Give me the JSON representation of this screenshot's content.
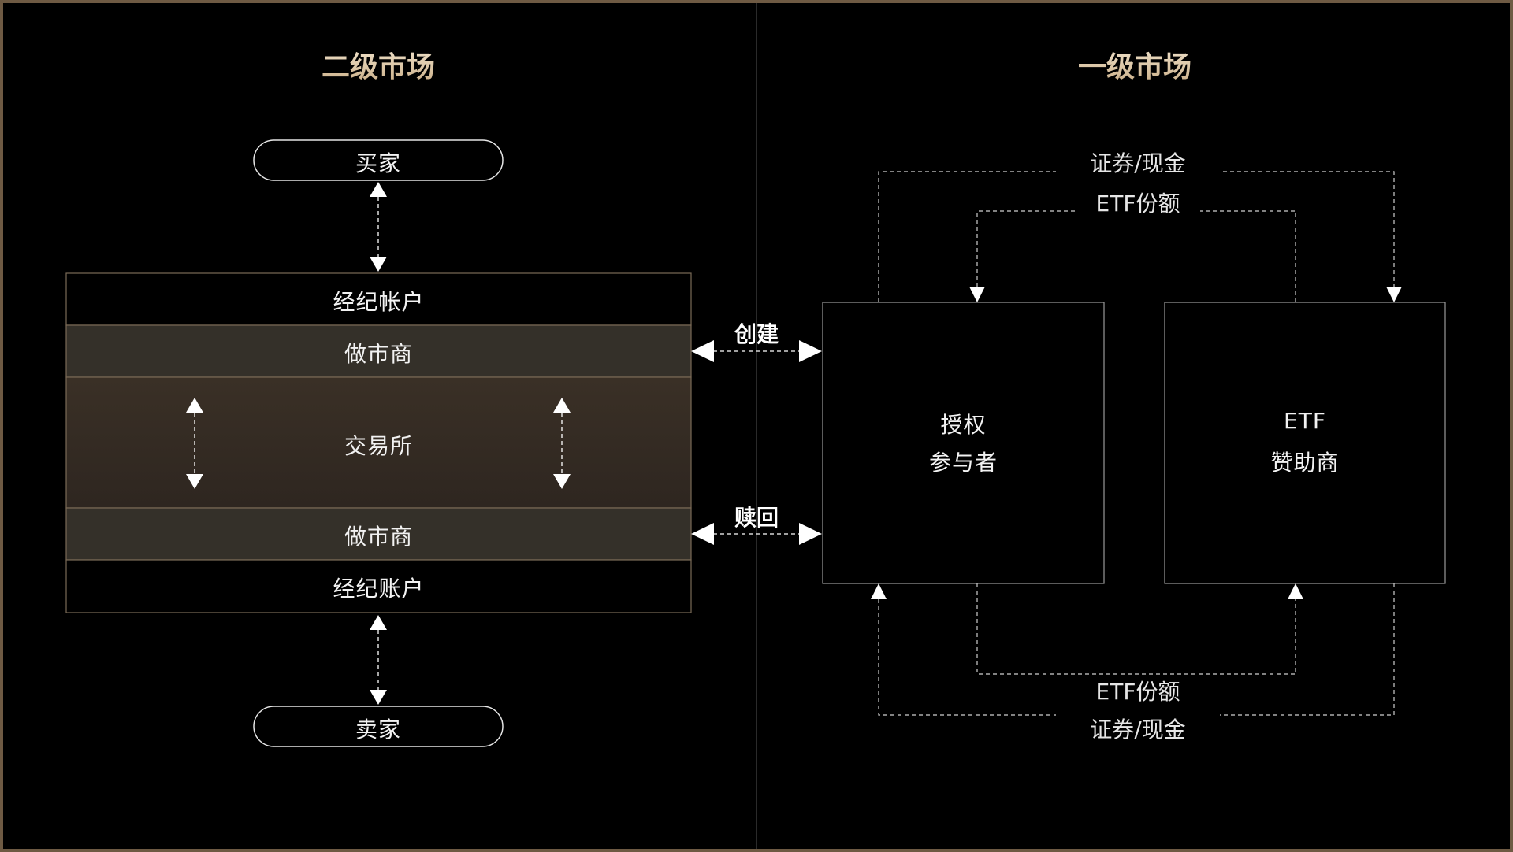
{
  "titles": {
    "secondary": "二级市场",
    "primary": "一级市场"
  },
  "secondary": {
    "buyer": "买家",
    "seller": "卖家",
    "layers": {
      "broker_top": "经纪帐户",
      "market_maker_top": "做市商",
      "exchange": "交易所",
      "market_maker_bottom": "做市商",
      "broker_bottom": "经纪账户"
    }
  },
  "middle": {
    "create": "创建",
    "redeem": "赎回"
  },
  "primary": {
    "authorized_participant": {
      "line1": "授权",
      "line2": "参与者"
    },
    "etf_sponsor": {
      "line1": "ETF",
      "line2": "赞助商"
    },
    "flows": {
      "top_outer": "证券/现金",
      "top_inner": "ETF份额",
      "bottom_inner": "ETF份额",
      "bottom_outer": "证券/现金"
    }
  },
  "colors": {
    "border": "#6e5a43",
    "layer_dark": "#343029",
    "layer_exchange": "#332a22",
    "divider": "#2a2a2a"
  }
}
